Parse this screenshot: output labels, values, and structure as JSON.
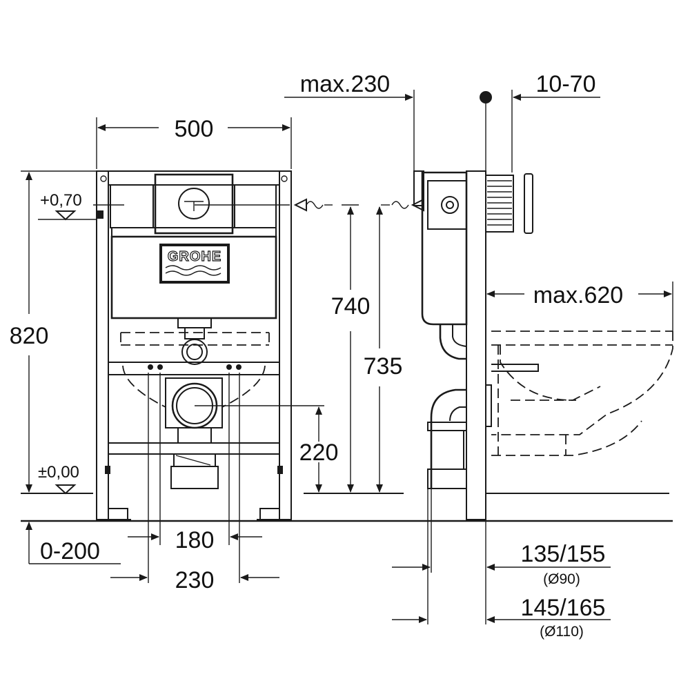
{
  "brand": {
    "logo_text": "GROHE"
  },
  "colors": {
    "line": "#1a1a1a",
    "background": "#ffffff"
  },
  "dimensions": {
    "width_500": "500",
    "height_820": "820",
    "level_top": "+0,70",
    "level_zero": "±0,00",
    "height_740": "740",
    "height_735": "735",
    "height_220": "220",
    "range_0_200": "0-200",
    "width_180": "180",
    "width_230": "230",
    "max_230": "max.230",
    "range_10_70": "10-70",
    "max_620": "max.620",
    "pipe_135_155": "135/155",
    "pipe_90": "(Ø90)",
    "pipe_145_165": "145/165",
    "pipe_110": "(Ø110)"
  }
}
